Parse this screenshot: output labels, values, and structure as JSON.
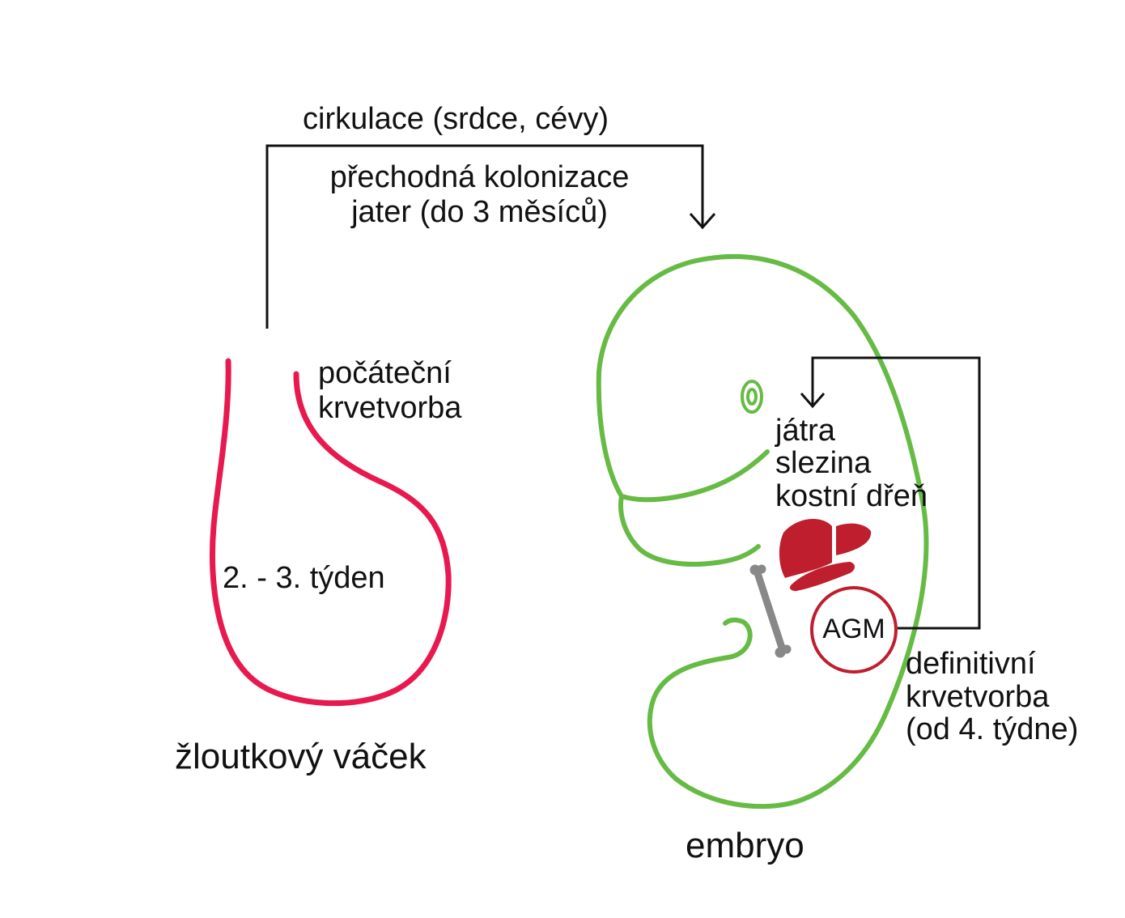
{
  "colors": {
    "yolk_sac": "#e8194f",
    "embryo": "#66bb44",
    "organ": "#be1e2d",
    "agm_ring": "#be1e2d",
    "bone": "#888888",
    "arrow": "#111111",
    "text": "#111111"
  },
  "labels": {
    "circulation": "cirkulace (srdce, cévy)",
    "liver_colonization_line1": "přechodná kolonizace",
    "liver_colonization_line2": "jater (do 3 měsíců)",
    "initial_hematopoiesis_line1": "počáteční",
    "initial_hematopoiesis_line2": "krvetvorba",
    "weeks": "2. - 3. týden",
    "yolk_sac": "žloutkový váček",
    "organs_line1": "játra",
    "organs_line2": "slezina",
    "organs_line3": "kostní dřeň",
    "agm": "AGM",
    "definitive_line1": "definitivní",
    "definitive_line2": "krvetvorba",
    "definitive_line3": "(od 4. týdne)",
    "embryo": "embryo"
  },
  "icons": [
    "yolk-sac-shape",
    "embryo-outline",
    "eye-icon",
    "liver-icon",
    "spleen-icon",
    "bone-icon",
    "agm-ring",
    "circulation-arrow",
    "return-arrow"
  ]
}
